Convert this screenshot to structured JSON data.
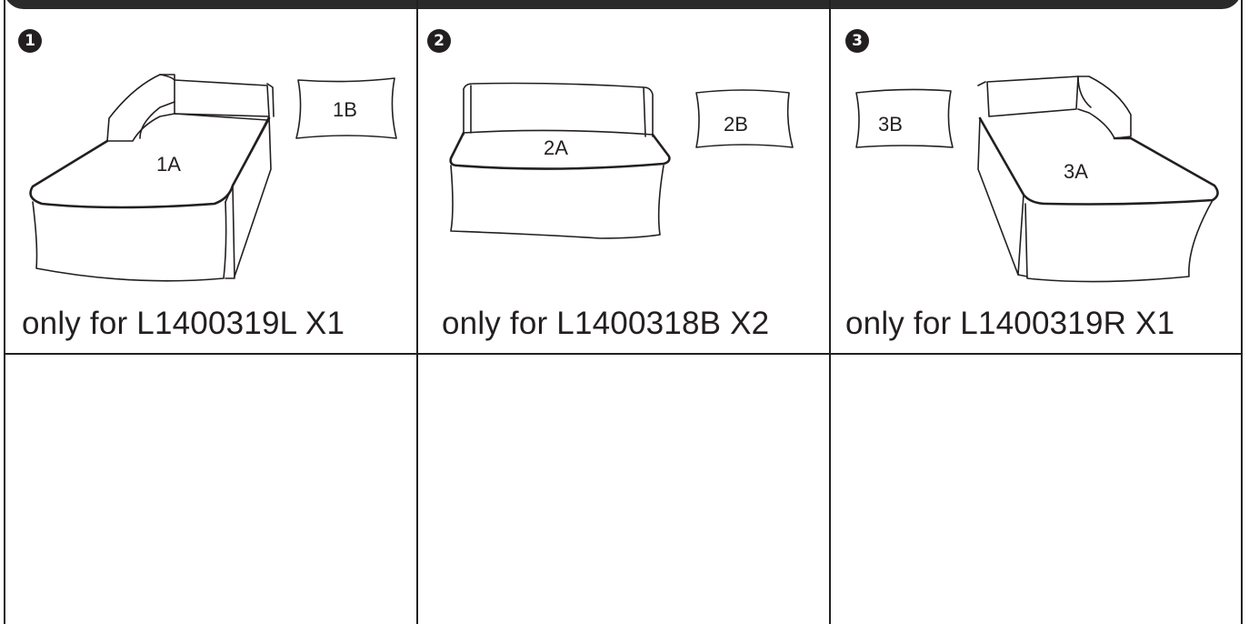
{
  "panels": [
    {
      "step": "1",
      "parts": [
        "1A",
        "1B"
      ],
      "caption": "only for L1400319L  X1"
    },
    {
      "step": "2",
      "parts": [
        "2A",
        "2B"
      ],
      "caption": "only for L1400318B X2"
    },
    {
      "step": "3",
      "parts": [
        "3A",
        "3B"
      ],
      "caption": "only for L1400319R  X1"
    }
  ]
}
